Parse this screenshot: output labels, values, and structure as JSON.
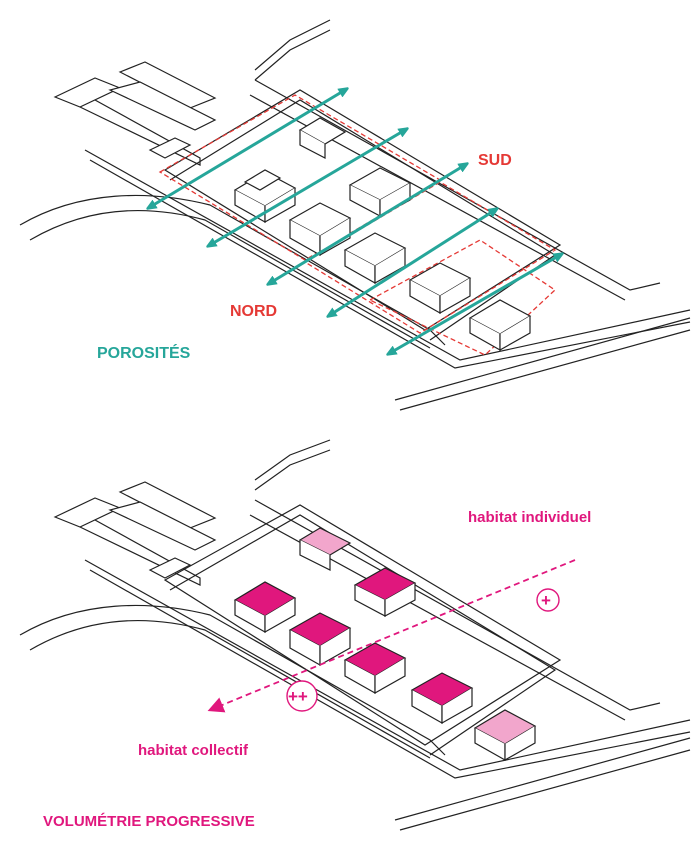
{
  "diagram_top": {
    "title": "POROSITÉS",
    "label_south": "SUD",
    "label_north": "NORD"
  },
  "diagram_bottom": {
    "title": "VOLUMÉTRIE PROGRESSIVE",
    "label_individual": "habitat individuel",
    "label_collective": "habitat collectif",
    "symbol_plus": "+",
    "symbol_plus_plus": "++"
  },
  "colors": {
    "teal": "#26a69a",
    "red": "#e53935",
    "magenta": "#e0177d",
    "pink_light": "#f2a6cc",
    "line": "#222222"
  },
  "icons": [
    "double-arrow-icon",
    "building-block-icon",
    "dashed-arrow-icon",
    "circled-plus-icon"
  ]
}
